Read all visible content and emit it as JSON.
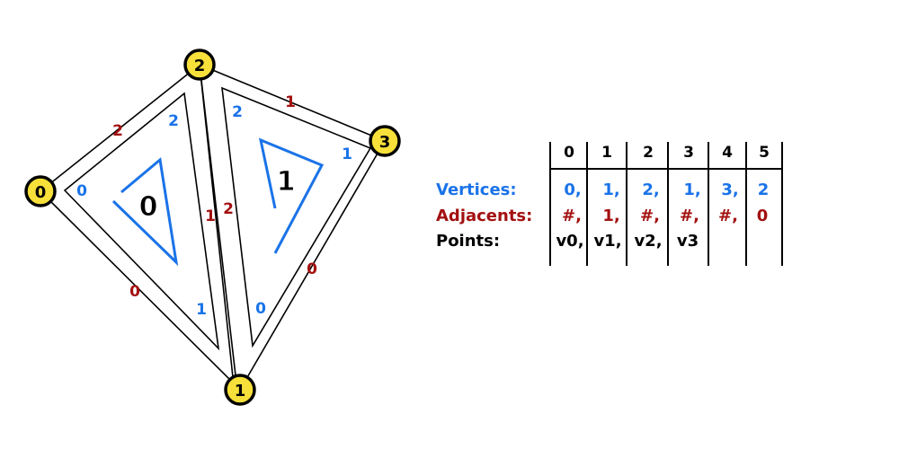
{
  "colors": {
    "vertex_index": "#1a73e8",
    "adjacent_index": "#a31010",
    "node_fill": "#f7e03a",
    "stroke": "#000000",
    "text": "#000000"
  },
  "nodes": [
    {
      "id": "0"
    },
    {
      "id": "1"
    },
    {
      "id": "2"
    },
    {
      "id": "3"
    }
  ],
  "triangles": [
    {
      "id": "0",
      "corner_labels": [
        "0",
        "1",
        "2"
      ],
      "edge_labels": [
        "0",
        "1",
        "2"
      ]
    },
    {
      "id": "1",
      "corner_labels": [
        "0",
        "1",
        "2"
      ],
      "edge_labels": [
        "0",
        "1",
        "2"
      ]
    }
  ],
  "table": {
    "columns": [
      "0",
      "1",
      "2",
      "3",
      "4",
      "5"
    ],
    "rows": [
      {
        "label": "Vertices:",
        "color_key": "vertex_index",
        "cells": [
          "0,",
          "1,",
          "2,",
          "1,",
          "3,",
          "2"
        ]
      },
      {
        "label": "Adjacents:",
        "color_key": "adjacent_index",
        "cells": [
          "#,",
          "1,",
          "#,",
          "#,",
          "#,",
          "0"
        ]
      },
      {
        "label": "Points:",
        "color_key": "text",
        "cells": [
          "v0,",
          "v1,",
          "v2,",
          "v3",
          "",
          ""
        ]
      }
    ]
  }
}
